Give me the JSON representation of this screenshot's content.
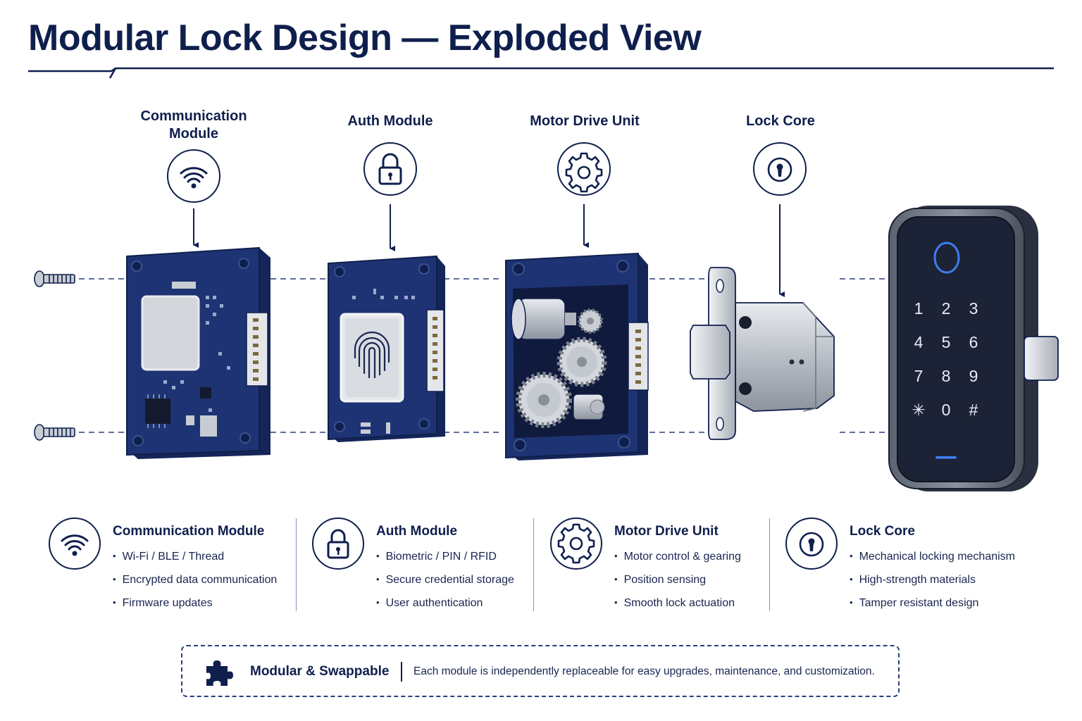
{
  "title": "Modular Lock Design — Exploded View",
  "modules": [
    {
      "label_top_line1": "Communication",
      "label_top_line2": "Module",
      "icon": "wifi-icon",
      "title": "Communication Module",
      "features": [
        "Wi-Fi / BLE / Thread",
        "Encrypted data communication",
        "Firmware updates"
      ]
    },
    {
      "label_top": "Auth Module",
      "icon": "padlock-icon",
      "title": "Auth Module",
      "features": [
        "Biometric / PIN / RFID",
        "Secure credential storage",
        "User authentication"
      ]
    },
    {
      "label_top": "Motor Drive Unit",
      "icon": "gear-icon",
      "title": "Motor Drive Unit",
      "features": [
        "Motor control & gearing",
        "Position sensing",
        "Smooth lock actuation"
      ]
    },
    {
      "label_top": "Lock Core",
      "icon": "keyhole-icon",
      "title": "Lock Core",
      "features": [
        "Mechanical locking mechanism",
        "High-strength materials",
        "Tamper resistant design"
      ]
    }
  ],
  "keypad": [
    "1",
    "2",
    "3",
    "4",
    "5",
    "6",
    "7",
    "8",
    "9",
    "✳",
    "0",
    "#"
  ],
  "banner": {
    "icon": "puzzle-piece-icon",
    "title": "Modular & Swappable",
    "description": "Each module is independently replaceable for easy upgrades, maintenance, and customization."
  },
  "colors": {
    "navy": "#0f1f4d",
    "board": "#1e3373",
    "accent_blue": "#3d7ff0"
  }
}
